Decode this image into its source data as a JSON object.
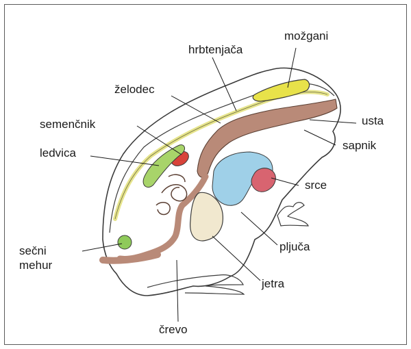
{
  "labels": {
    "mozgani": "možgani",
    "hrbtenjaca": "hrbtenjača",
    "zelodec": "želodec",
    "usta": "usta",
    "semencnik": "semenčnik",
    "sapnik": "sapnik",
    "ledvica": "ledvica",
    "srce": "srce",
    "secni_mehur_line1": "sečni",
    "secni_mehur_line2": "mehur",
    "pljuca": "pljuča",
    "jetra": "jetra",
    "crevo": "črevo"
  },
  "colors": {
    "outline": "#3a3a3a",
    "brain": "#e8e24a",
    "spinal_cord": "#e6e48c",
    "digestive_tract": "#b98a78",
    "testis": "#d8433a",
    "kidney": "#a8d46a",
    "lung": "#9fd0e8",
    "heart": "#d86470",
    "liver": "#f1e8cf",
    "bladder": "#8fca5a"
  }
}
